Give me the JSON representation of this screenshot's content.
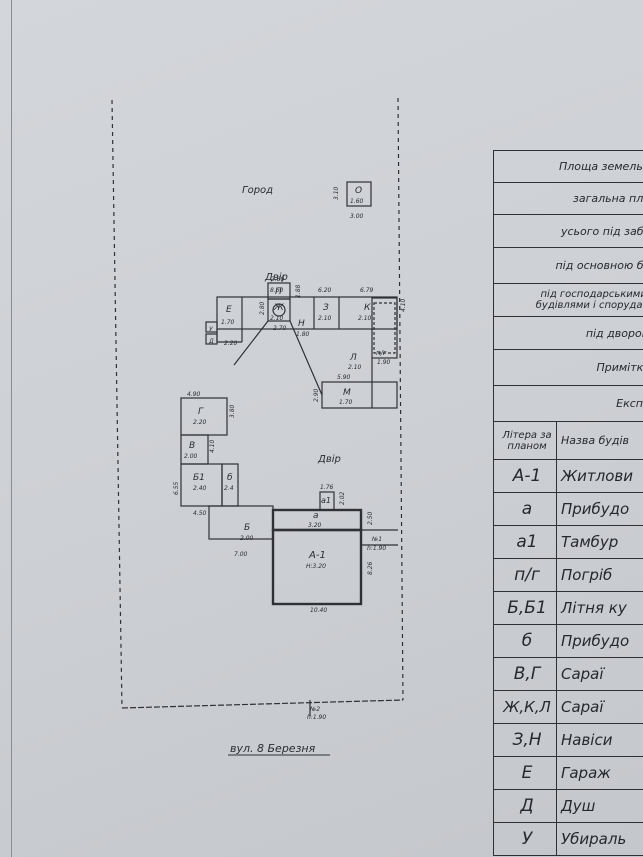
{
  "plan": {
    "garden_label": "Город",
    "yard_label_1": "Двір",
    "yard_label_2": "Двір",
    "street_label": "вул. 8 Березня",
    "buildings": [
      {
        "letter": "О",
        "height": "1.60"
      },
      {
        "letter": "Е",
        "height": "1.70"
      },
      {
        "letter": "Ж",
        "height": "2.10"
      },
      {
        "letter": "З",
        "height": "2.10"
      },
      {
        "letter": "К",
        "height": "2.10"
      },
      {
        "letter": "Л",
        "height": "2.10"
      },
      {
        "letter": "п/г",
        "height": "1.90"
      },
      {
        "letter": "М",
        "height": "1.70"
      },
      {
        "letter": "П",
        "height": "2.80"
      },
      {
        "letter": "Н",
        "height": "1.80"
      },
      {
        "letter": "Г",
        "height": "2.20"
      },
      {
        "letter": "В",
        "height": "2.00"
      },
      {
        "letter": "Б1",
        "height": "2.40"
      },
      {
        "letter": "б",
        "height": "2.4"
      },
      {
        "letter": "Б",
        "height": "2.00"
      },
      {
        "letter": "а1",
        "height": ""
      },
      {
        "letter": "а",
        "height": "3.20"
      },
      {
        "letter": "А-1",
        "height": "Н:3.20"
      },
      {
        "letter": "Д",
        "height": ""
      },
      {
        "letter": "У",
        "height": ""
      }
    ],
    "dimensions": [
      "3.10",
      "3.00",
      "8.50",
      "6.20",
      "6.79",
      "4.10",
      "2.20",
      "5.90",
      "2.90",
      "1.88",
      "2.80",
      "2.70",
      "4.90",
      "3.80",
      "4.10",
      "6.55",
      "4.50",
      "7.00",
      "1.76",
      "2.02",
      "2.50",
      "8.26",
      "10.40"
    ],
    "gate_markers": [
      {
        "no": "№1",
        "h": "h:1.90"
      },
      {
        "no": "№2",
        "h": "h:1.90"
      }
    ]
  },
  "table": {
    "summary_rows": [
      "Площа земельн",
      "загальна пло",
      "усього під забу",
      "під основною бу",
      "під господарськими, будівлями і спорудам",
      "під двором",
      "Примітка",
      "Експл"
    ],
    "col_headers": {
      "letter": "Літера за планом",
      "name": "Назва будів"
    },
    "rows": [
      {
        "letter": "А-1",
        "name": "Житлови"
      },
      {
        "letter": "а",
        "name": "Прибудо"
      },
      {
        "letter": "а1",
        "name": "Тамбур"
      },
      {
        "letter": "п/г",
        "name": "Погріб"
      },
      {
        "letter": "Б,Б1",
        "name": "Літня ку"
      },
      {
        "letter": "б",
        "name": "Прибудо"
      },
      {
        "letter": "В,Г",
        "name": "Сараї"
      },
      {
        "letter": "Ж,К,Л",
        "name": "Сараї"
      },
      {
        "letter": "З,Н",
        "name": "Навіси"
      },
      {
        "letter": "Е",
        "name": "Гараж"
      },
      {
        "letter": "Д",
        "name": "Душ"
      },
      {
        "letter": "У",
        "name": "Убираль"
      }
    ]
  }
}
